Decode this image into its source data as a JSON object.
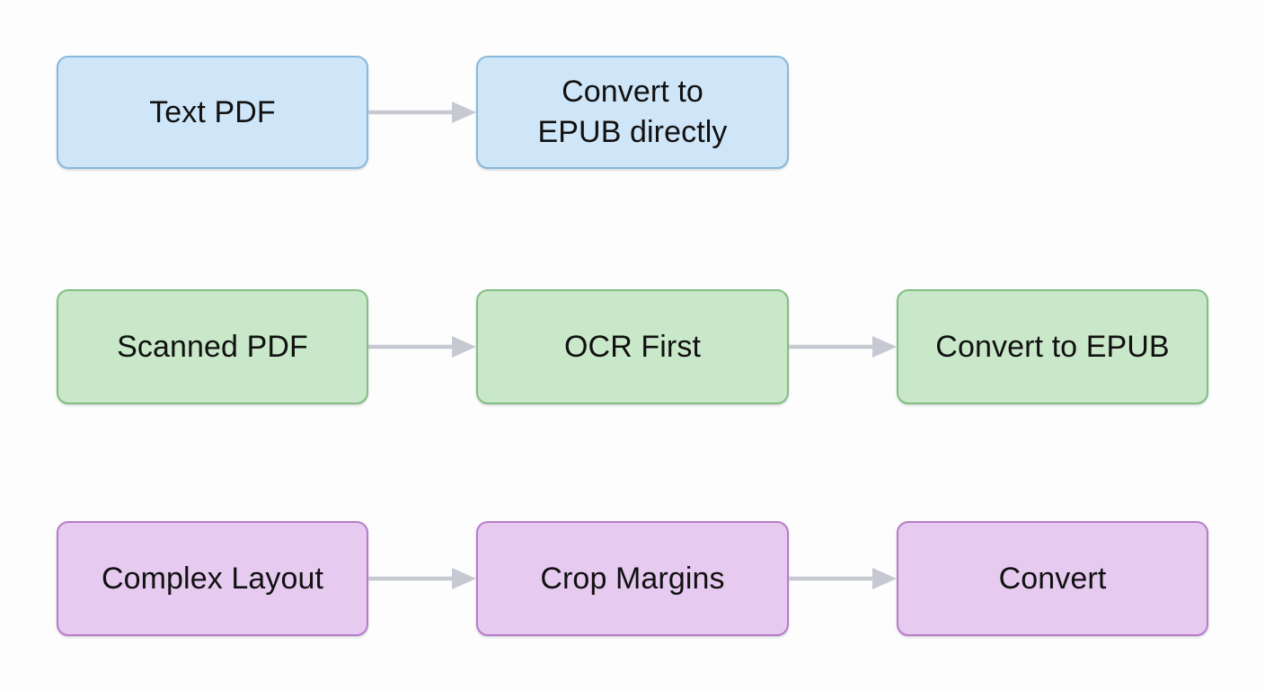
{
  "diagram": {
    "type": "flowchart",
    "orientation": "left-to-right",
    "background_color": "#fdfdfd",
    "arrow_color": "#c6c9d1",
    "rows": [
      {
        "id": "text-pdf-path",
        "color_name": "blue",
        "fill_color": "#cfe5f8",
        "border_color": "#88b9da",
        "nodes": [
          {
            "id": "text-pdf",
            "label": "Text PDF"
          },
          {
            "id": "convert-to-epub-directly",
            "label": "Convert to\nEPUB directly"
          }
        ],
        "edges": [
          {
            "from": "text-pdf",
            "to": "convert-to-epub-directly"
          }
        ]
      },
      {
        "id": "scanned-pdf-path",
        "color_name": "green",
        "fill_color": "#c9e8c9",
        "border_color": "#84bd84",
        "nodes": [
          {
            "id": "scanned-pdf",
            "label": "Scanned PDF"
          },
          {
            "id": "ocr-first",
            "label": "OCR First"
          },
          {
            "id": "convert-to-epub",
            "label": "Convert to EPUB"
          }
        ],
        "edges": [
          {
            "from": "scanned-pdf",
            "to": "ocr-first"
          },
          {
            "from": "ocr-first",
            "to": "convert-to-epub"
          }
        ]
      },
      {
        "id": "complex-layout-path",
        "color_name": "purple",
        "fill_color": "#e6caf0",
        "border_color": "#b77cc8",
        "nodes": [
          {
            "id": "complex-layout",
            "label": "Complex Layout"
          },
          {
            "id": "crop-margins",
            "label": "Crop Margins"
          },
          {
            "id": "convert",
            "label": "Convert"
          }
        ],
        "edges": [
          {
            "from": "complex-layout",
            "to": "crop-margins"
          },
          {
            "from": "crop-margins",
            "to": "convert"
          }
        ]
      }
    ]
  }
}
